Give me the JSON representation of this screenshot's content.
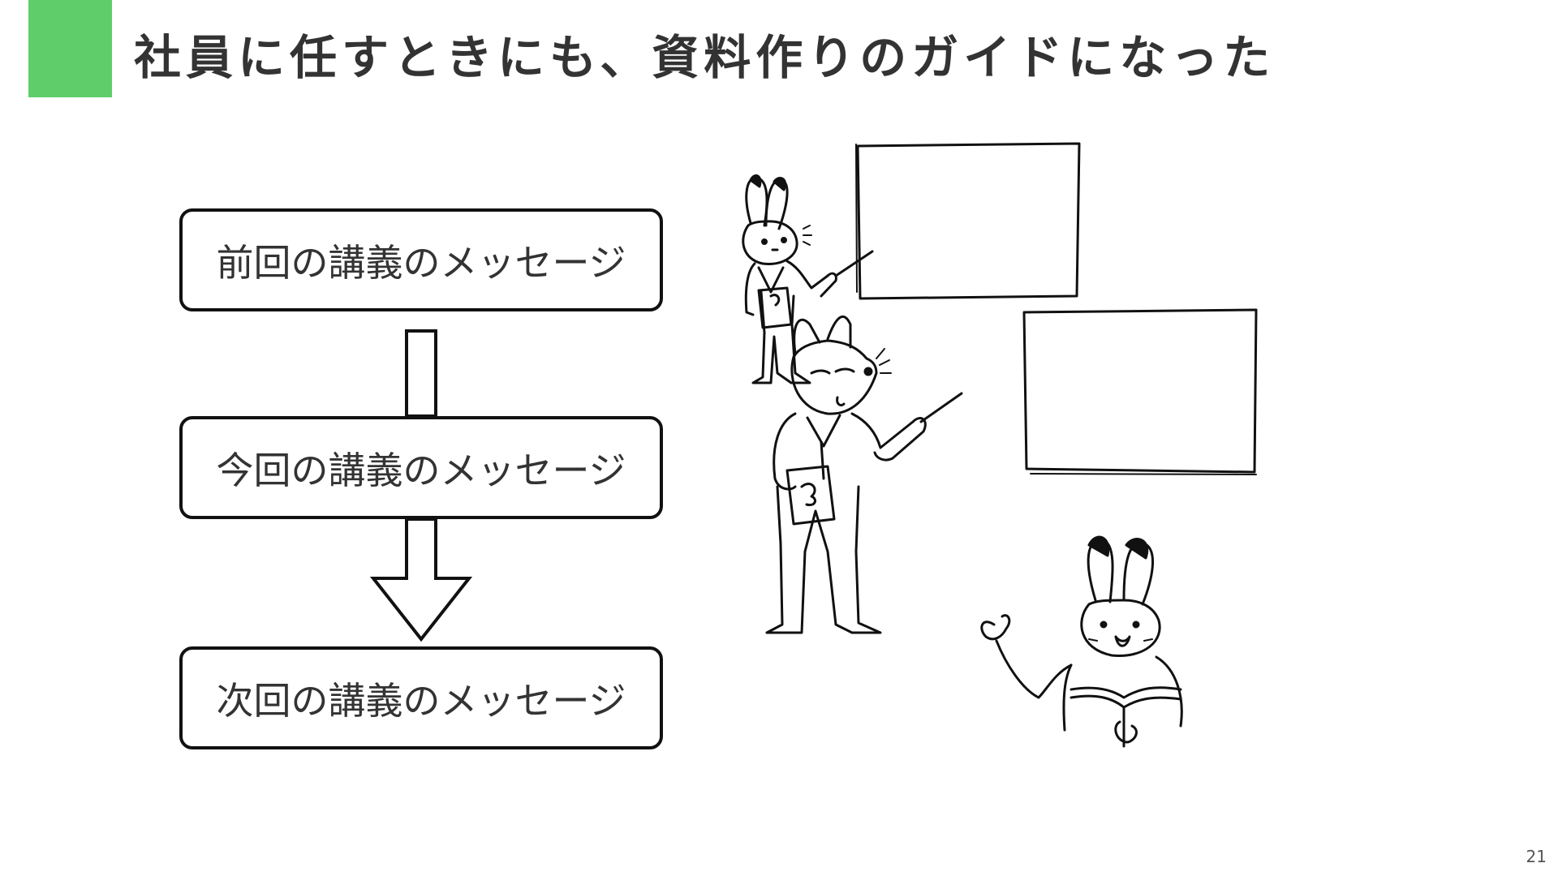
{
  "slide": {
    "title": "社員に任すときにも、資料作りのガイドになった",
    "accent_color": "#5fcd6a",
    "page_number": "21"
  },
  "flow": {
    "steps": [
      {
        "label": "前回の講義のメッセージ"
      },
      {
        "label": "今回の講義のメッセージ"
      },
      {
        "label": "次回の講義のメッセージ"
      }
    ]
  },
  "illustration": {
    "icons": [
      "rabbit-with-pointer-icon",
      "fox-with-pointer-icon",
      "rabbit-with-book-icon"
    ]
  }
}
